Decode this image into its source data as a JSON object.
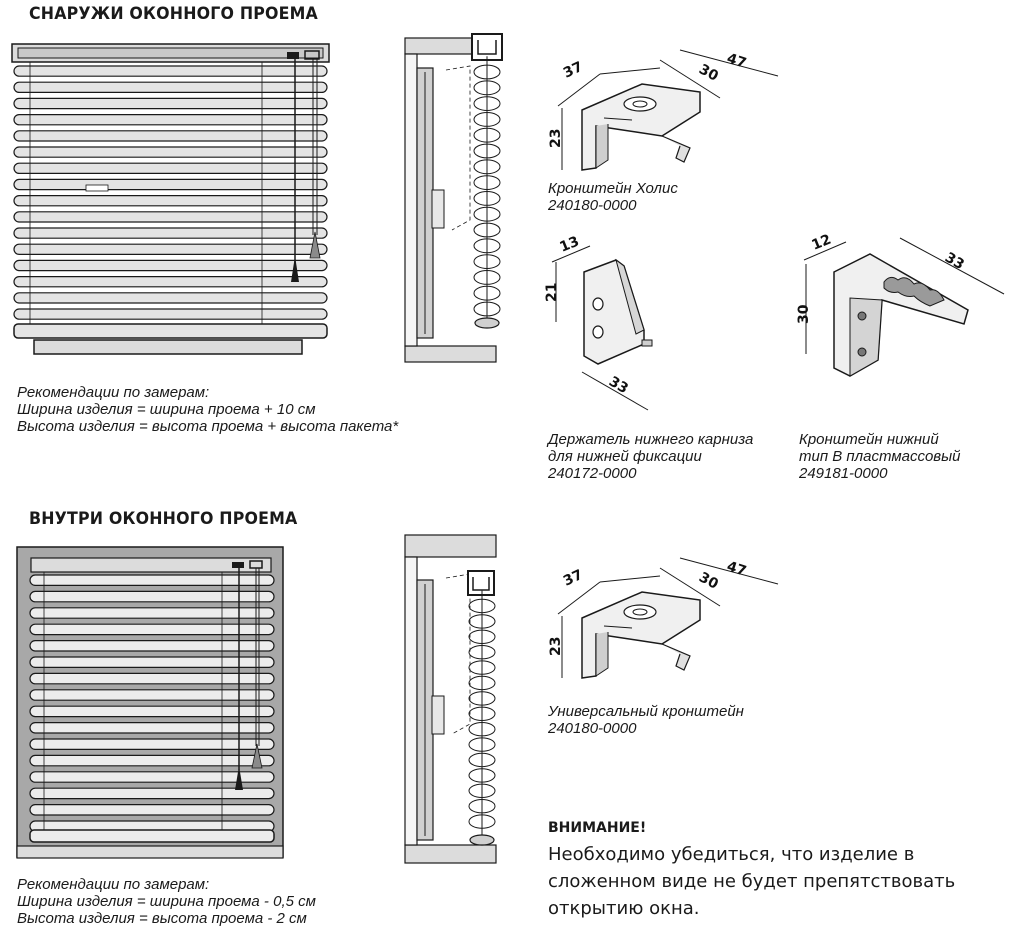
{
  "sections": {
    "outside": {
      "heading": "СНАРУЖИ ОКОННОГО ПРОЕМА",
      "recommendations": [
        "Рекомендации по замерам:",
        "Ширина изделия = ширина проема + 10 см",
        "Высота изделия = высота проема + высота пакета*"
      ]
    },
    "inside": {
      "heading": "ВНУТРИ ОКОННОГО ПРОЕМА",
      "recommendations": [
        "Рекомендации по замерам:",
        "Ширина изделия = ширина проема - 0,5 см",
        "Высота изделия = высота проема - 2 см"
      ]
    }
  },
  "brackets": {
    "holis": {
      "caption": [
        "Кронштейн Холис",
        "240180-0000"
      ],
      "dims": {
        "a": "37",
        "b": "30",
        "c": "47",
        "h": "23"
      }
    },
    "lower_holder": {
      "caption": [
        "Держатель нижнего карниза",
        "для нижней фиксации",
        "240172-0000"
      ],
      "dims": {
        "a": "13",
        "h": "21",
        "w": "33"
      }
    },
    "lower_bracket": {
      "caption": [
        "Кронштейн нижний",
        "тип В  пластмассовый",
        "249181-0000"
      ],
      "dims": {
        "a": "12",
        "w": "33",
        "h": "30"
      }
    },
    "universal": {
      "caption": [
        "Универсальный кронштейн",
        "240180-0000"
      ],
      "dims": {
        "a": "37",
        "b": "30",
        "c": "47",
        "h": "23"
      }
    }
  },
  "warning": {
    "title": "ВНИМАНИЕ!",
    "text": "Необходимо убедиться, что изделие в сложенном виде не будет препятствовать открытию окна."
  },
  "colors": {
    "line": "#1a1a1a",
    "slat_fill": "#e4e4e4",
    "frame_fill": "#c9c9c9",
    "dark_fill": "#9a9a9a",
    "bracket_fill": "#f0f0f0"
  },
  "icons": [
    "blind-front-view",
    "blind-side-view",
    "bracket-holis",
    "lower-holder",
    "lower-bracket-b",
    "universal-bracket"
  ]
}
